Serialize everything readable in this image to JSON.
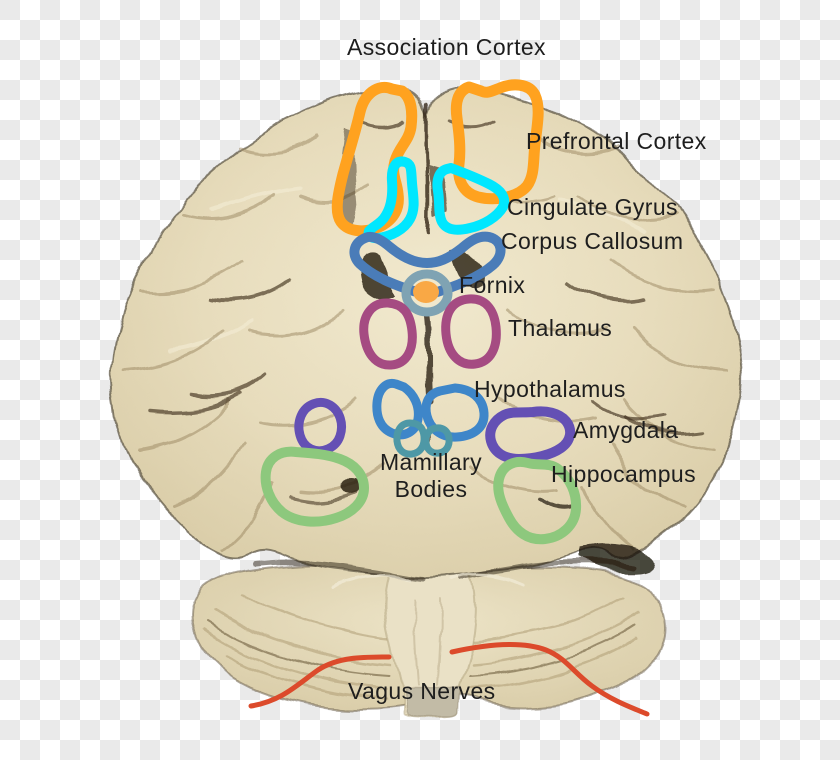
{
  "labels": {
    "association_cortex": "Association Cortex",
    "prefrontal_cortex": "Prefrontal Cortex",
    "cingulate_gyrus": "Cingulate Gyrus",
    "corpus_callosum": "Corpus Callosum",
    "fornix": "Fornix",
    "thalamus": "Thalamus",
    "hypothalamus": "Hypothalamus",
    "amygdala": "Amygdala",
    "mamillary_bodies": "Mamillary Bodies",
    "hippocampus": "Hippocampus",
    "vagus_nerves": "Vagus Nerves"
  },
  "colors": {
    "association_cortex": "#FFA21F",
    "prefrontal_cortex": "#FFA21F",
    "cingulate_gyrus": "#00E7FF",
    "corpus_callosum": "#4A7CB8",
    "fornix_ring": "#7FA3B3",
    "fornix_fill": "#F9A845",
    "thalamus": "#A54B82",
    "hypothalamus": "#3E86C9",
    "mamillary_bodies": "#4E98A6",
    "amygdala": "#6450B4",
    "hippocampus": "#8DC87D",
    "vagus_nerves": "#DC4A2B",
    "label_text": "#1E1E1E"
  }
}
